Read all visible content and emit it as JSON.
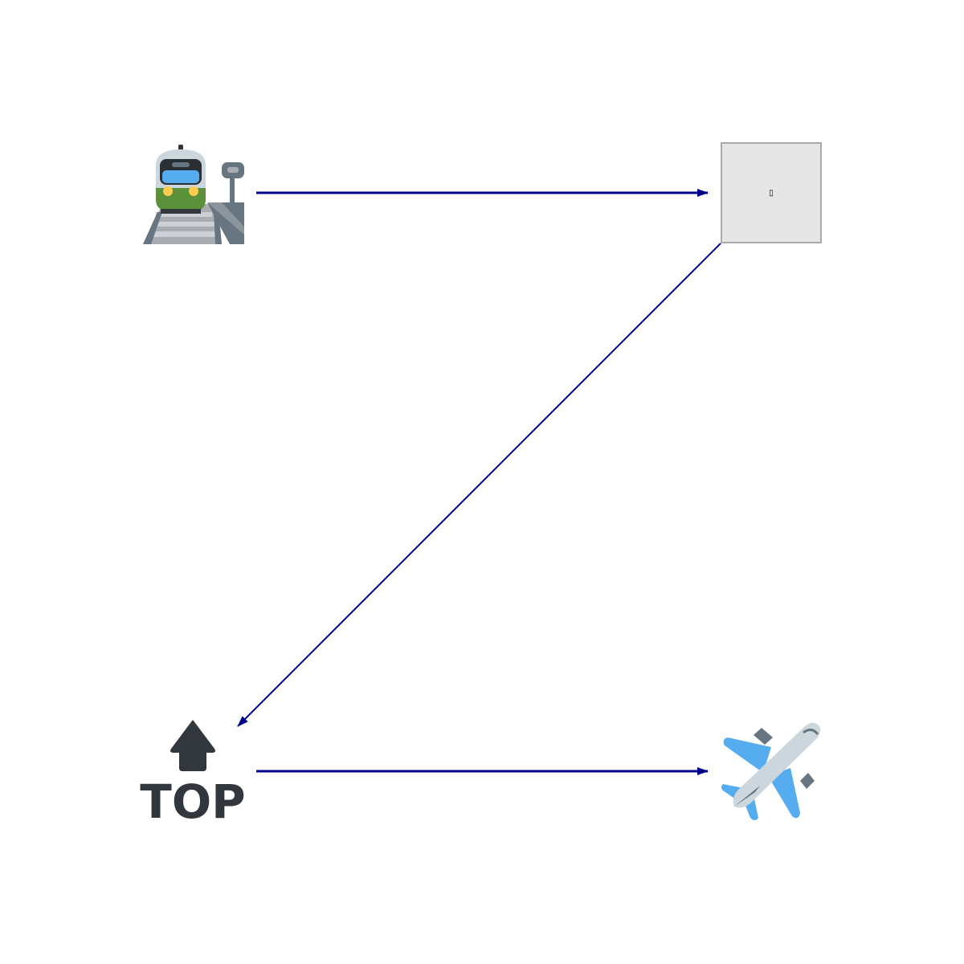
{
  "nodes": [
    {
      "id": "station",
      "icon": "station-icon"
    },
    {
      "id": "placeholder",
      "icon": "missing-glyph-icon",
      "glyph": "▯"
    },
    {
      "id": "top",
      "icon": "top-arrow-icon",
      "text": "TOP"
    },
    {
      "id": "airplane",
      "icon": "airplane-icon"
    }
  ],
  "edges": [
    {
      "from": "station",
      "to": "placeholder"
    },
    {
      "from": "placeholder",
      "to": "top"
    },
    {
      "from": "top",
      "to": "airplane"
    }
  ],
  "colors": {
    "edge": "#00008b",
    "placeholder_fill": "#e5e5e5",
    "placeholder_border": "#aaaaaa",
    "top_icon": "#31373d",
    "plane_body": "#ccd6dd",
    "plane_wing": "#55acee",
    "plane_dark": "#66757f"
  }
}
